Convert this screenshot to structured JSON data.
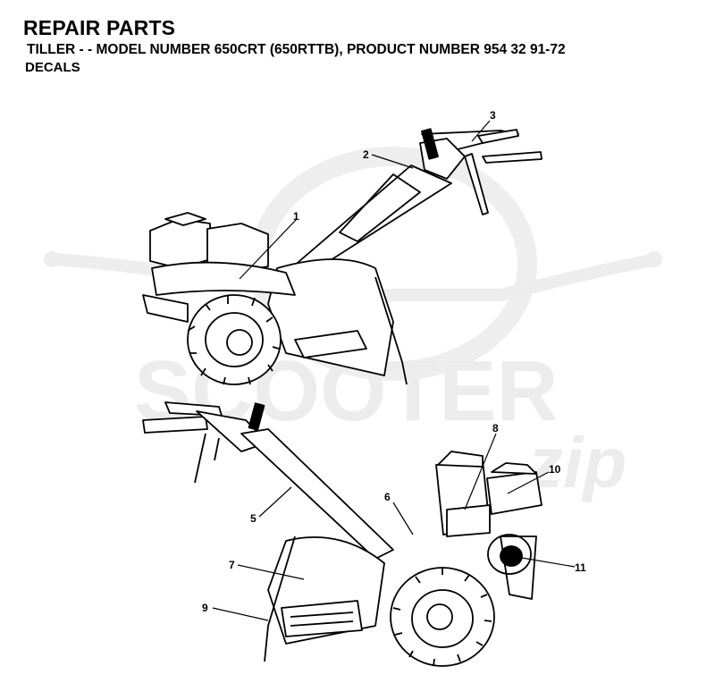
{
  "header": {
    "title": "REPAIR PARTS",
    "subtitle": "TILLER - - MODEL NUMBER 650CRT (650RTTB), PRODUCT NUMBER 954 32 91-72",
    "section": "DECALS"
  },
  "watermark": {
    "text": "SCOOTER",
    "script_text": "zip"
  },
  "callouts": [
    {
      "id": "1",
      "label": "1"
    },
    {
      "id": "2",
      "label": "2"
    },
    {
      "id": "3",
      "label": "3"
    },
    {
      "id": "5",
      "label": "5"
    },
    {
      "id": "6",
      "label": "6"
    },
    {
      "id": "7",
      "label": "7"
    },
    {
      "id": "8",
      "label": "8"
    },
    {
      "id": "9",
      "label": "9"
    },
    {
      "id": "10",
      "label": "10"
    },
    {
      "id": "11",
      "label": "11"
    }
  ]
}
